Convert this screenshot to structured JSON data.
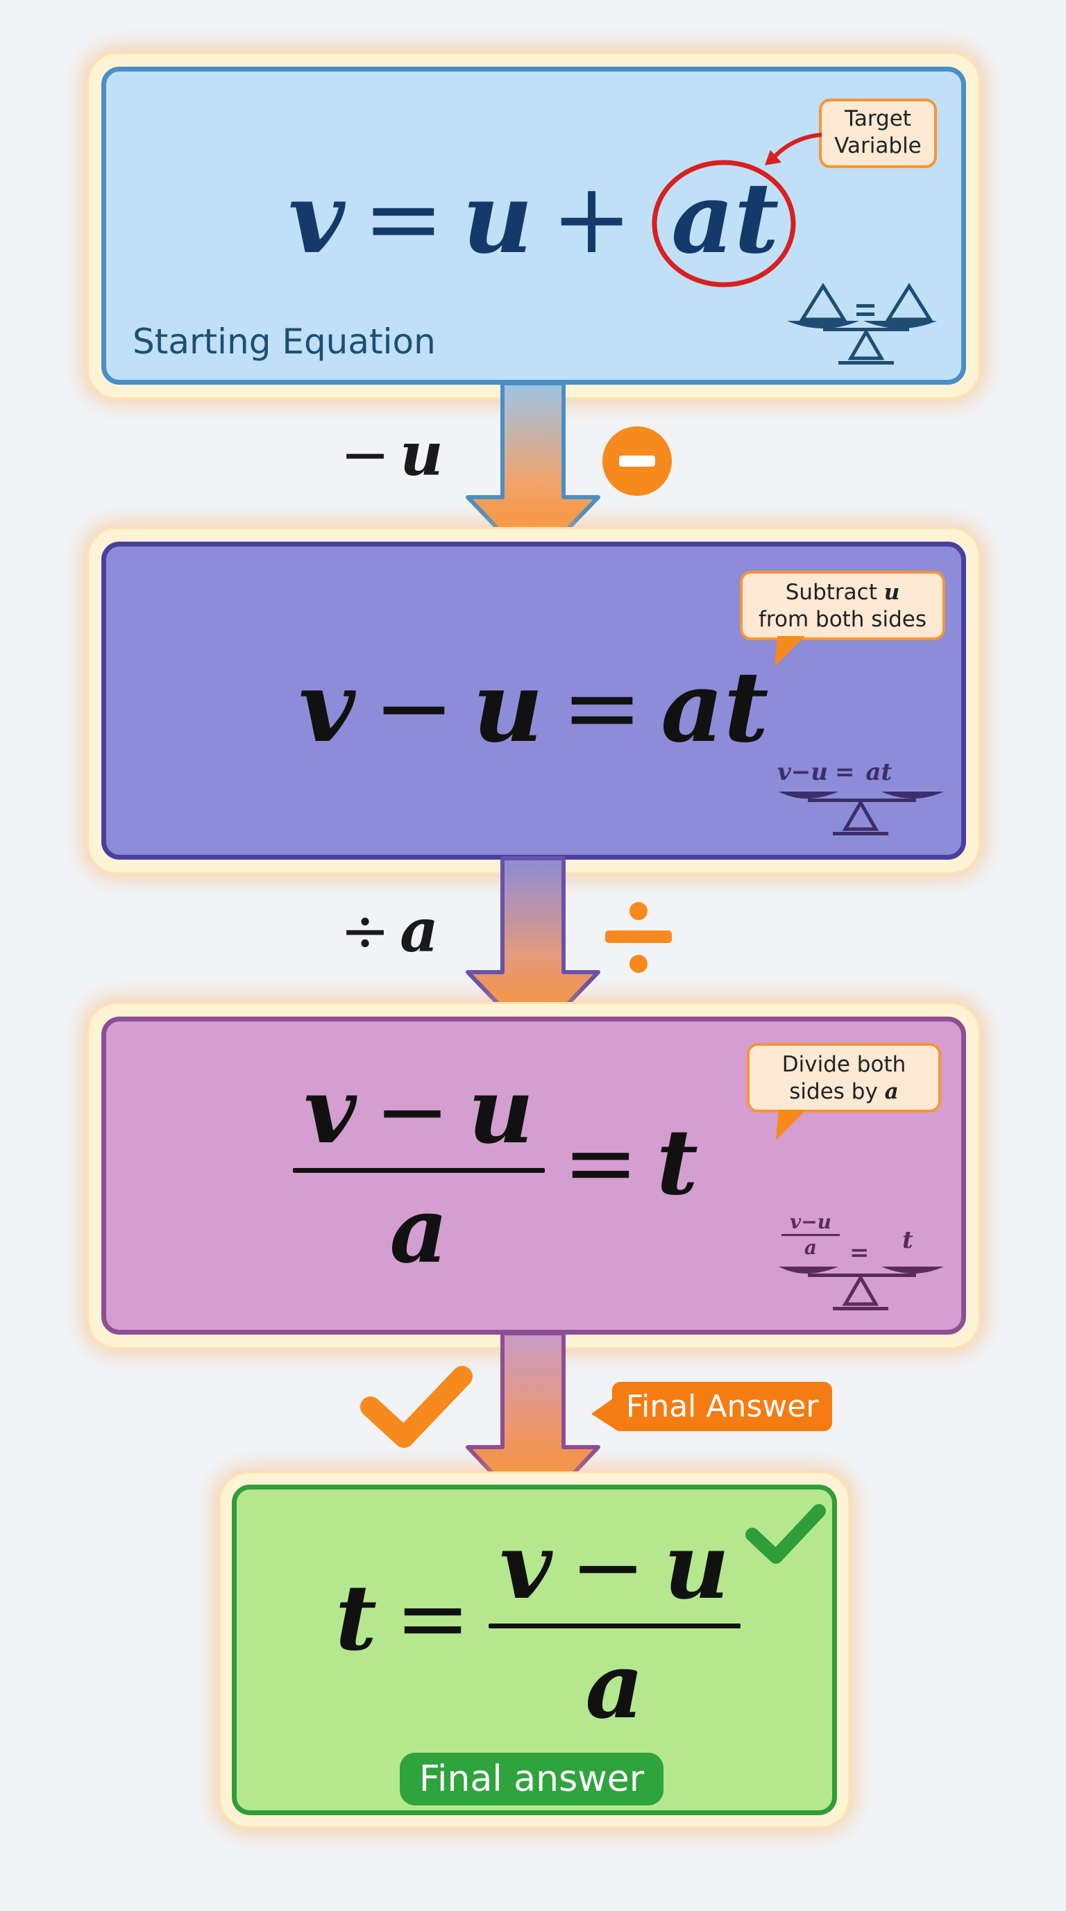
{
  "step1": {
    "equation": {
      "lhs": "v",
      "eq": "=",
      "a": "u",
      "plus": "+",
      "target": "at"
    },
    "label": "Starting Equation",
    "callout_line1": "Target",
    "callout_line2": "Variable"
  },
  "transition1": {
    "symbol": "−",
    "variable": "u"
  },
  "step2": {
    "equation": {
      "lhs": "v",
      "minus": "−",
      "u": "u",
      "eq": "=",
      "rhs": "at"
    },
    "callout_line1_pre": "Subtract ",
    "callout_var": "u",
    "callout_line2": "from both sides",
    "balance_left": "v−u",
    "balance_eq": "=",
    "balance_right": "at"
  },
  "transition2": {
    "symbol": "÷",
    "variable": "a"
  },
  "step3": {
    "equation": {
      "num_v": "v",
      "minus": "−",
      "num_u": "u",
      "den": "a",
      "eq": "=",
      "rhs": "t"
    },
    "callout_line1": "Divide both",
    "callout_line2_pre": "sides by ",
    "callout_var": "a",
    "balance_num": "v−u",
    "balance_den": "a",
    "balance_eq": "=",
    "balance_right": "t"
  },
  "transition3": {
    "badge": "Final Answer"
  },
  "step4": {
    "equation": {
      "lhs": "t",
      "eq": "=",
      "num_v": "v",
      "minus": "−",
      "num_u": "u",
      "den": "a"
    },
    "pill": "Final answer"
  },
  "colors": {
    "step1_fill": "#bfe0f7",
    "step1_border": "#4a8fc4",
    "step2_fill": "#8c8cd8",
    "step2_border": "#4b3f9e",
    "step3_fill": "#d49fd0",
    "step3_border": "#8e4f92",
    "step4_fill": "#b5e88e",
    "step4_border": "#2f9d3a",
    "arrow_orange": "#f78a1c",
    "accent_red": "#d9201f"
  },
  "icons": [
    "balance-scale-icon",
    "minus-circle-icon",
    "divide-icon",
    "checkmark-icon"
  ]
}
